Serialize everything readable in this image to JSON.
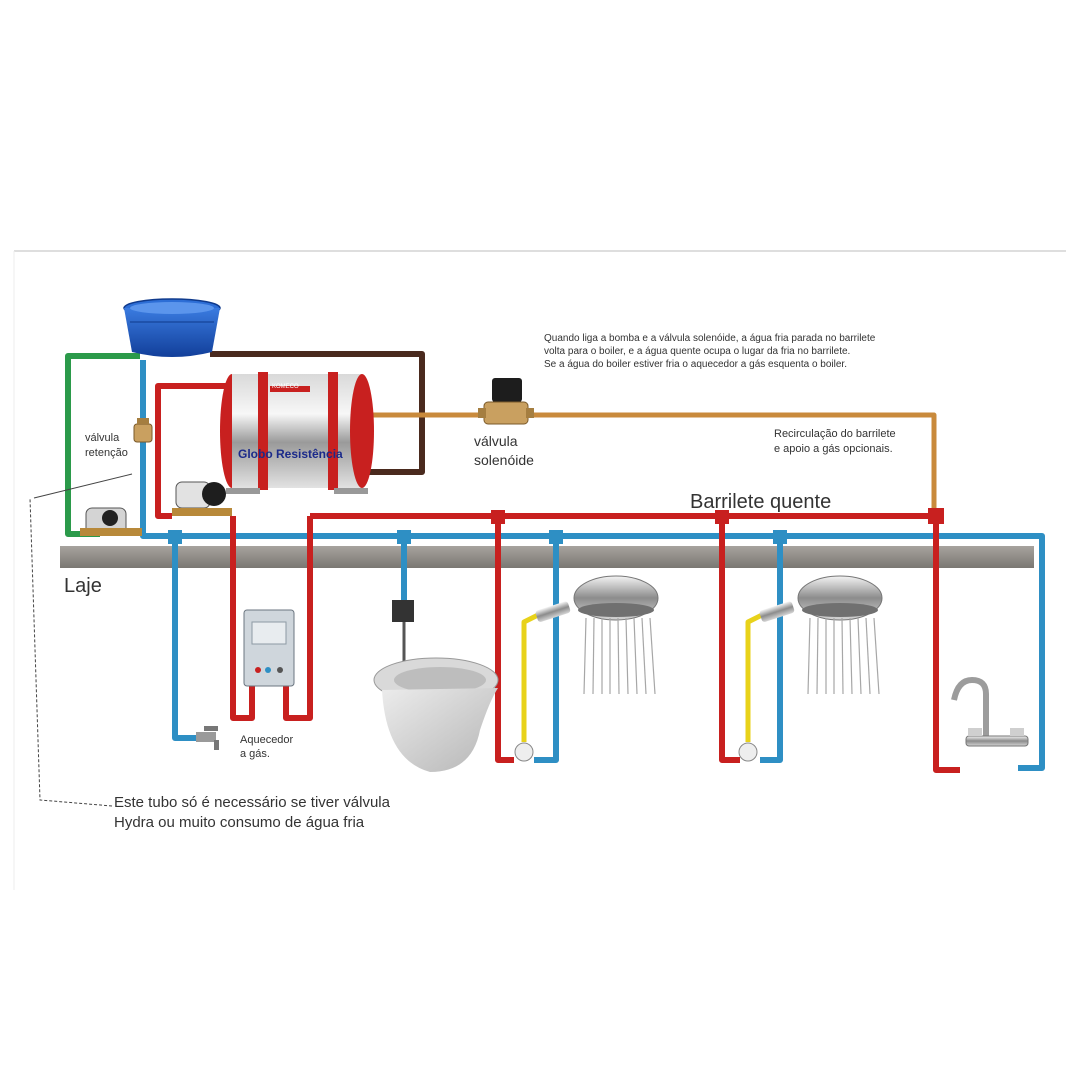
{
  "labels": {
    "laje": "Laje",
    "barrilete_quente": "Barrilete quente",
    "valvula_retencao_1": "válvula",
    "valvula_retencao_2": "retenção",
    "valvula_solenoide_1": "válvula",
    "valvula_solenoide_2": "solenóide",
    "boiler_name": "Globo Resistência",
    "boiler_brand": "KOMECO",
    "aquecedor_1": "Aquecedor",
    "aquecedor_2": "a gás.",
    "recirculacao_1": "Recirculação do barrilete",
    "recirculacao_2": "e apoio a gás opcionais.",
    "tubo_1": "Este tubo só é necessário se tiver válvula",
    "tubo_2": "Hydra ou muito consumo de água fria"
  },
  "note": {
    "line1": "Quando liga a bomba e a válvula solenóide, a água fria parada no barrilete",
    "line2": "volta para o boiler, e a água quente ocupa o lugar da fria no barrilete.",
    "line3": "Se a água do boiler estiver fria o aquecedor a gás esquenta o boiler."
  },
  "colors": {
    "hot": "#c8201f",
    "cold": "#2e8fc4",
    "return": "#4a2a1e",
    "supply": "#2b9a4a",
    "recirculation": "#c98a3c",
    "yellow": "#e8d21a",
    "slab": "#8d8a86",
    "tank": "#1f5fc8"
  },
  "icons": [
    "water-tank-icon",
    "boiler-icon",
    "pump-icon",
    "solenoid-valve-icon",
    "gas-heater-icon",
    "toilet-icon",
    "shower-icon",
    "faucet-icon",
    "tap-icon"
  ]
}
